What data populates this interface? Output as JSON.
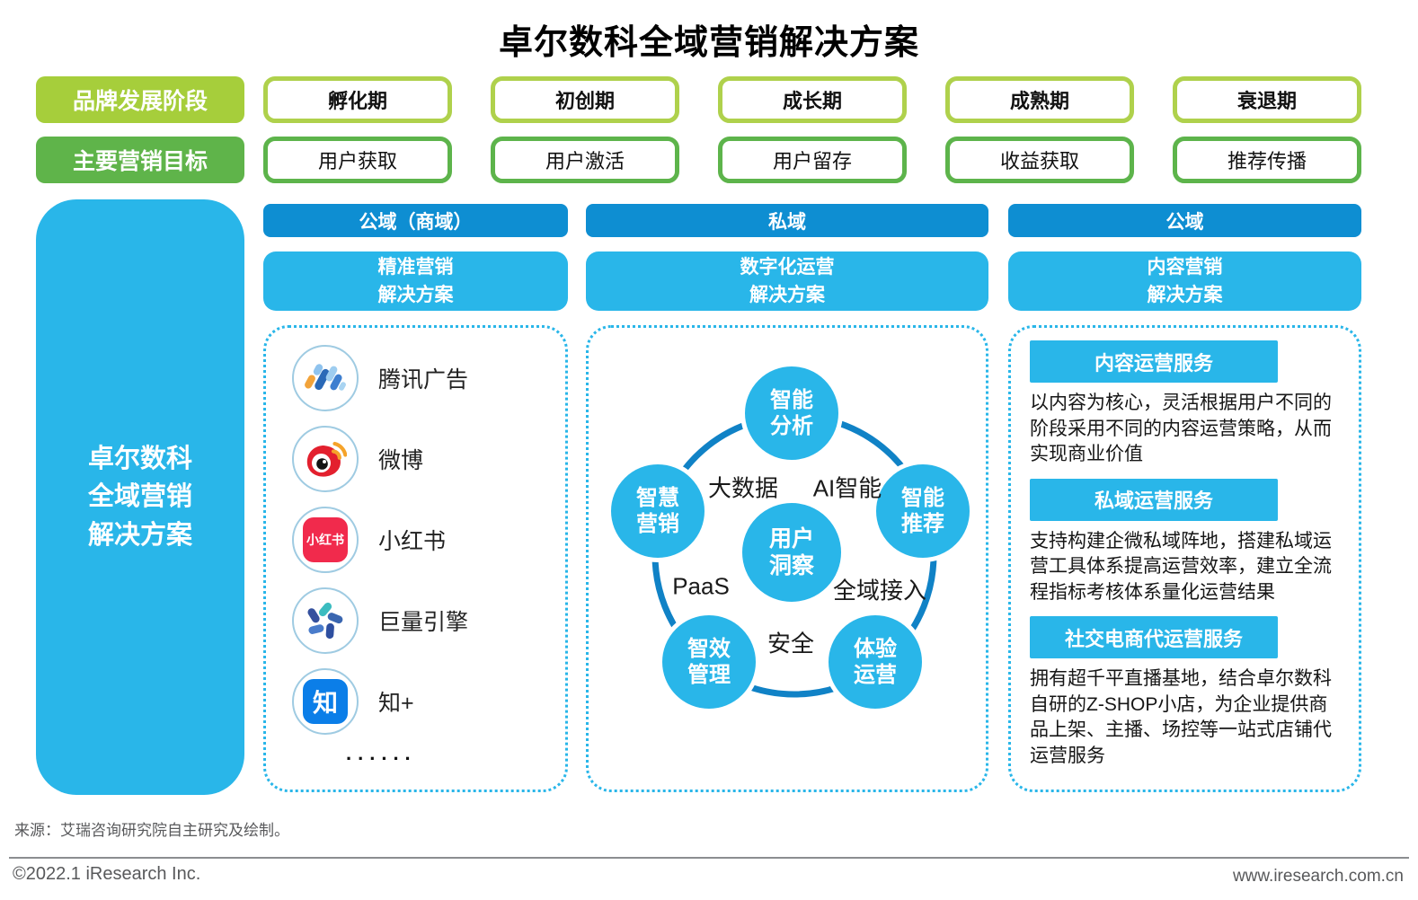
{
  "title": "卓尔数科全域营销解决方案",
  "rows": {
    "stage_label": "品牌发展阶段",
    "goal_label": "主要营销目标",
    "stages": [
      "孵化期",
      "初创期",
      "成长期",
      "成熟期",
      "衰退期"
    ],
    "goals": [
      "用户获取",
      "用户激活",
      "用户留存",
      "收益获取",
      "推荐传播"
    ]
  },
  "left_panel": {
    "title": "卓尔数科\n全域营销\n解决方案"
  },
  "columns": [
    {
      "header": "公域（商域）",
      "subheader": "精准营销\n解决方案",
      "platforms": [
        {
          "name": "腾讯广告"
        },
        {
          "name": "微博"
        },
        {
          "name": "小红书",
          "badge": "小红书"
        },
        {
          "name": "巨量引擎"
        },
        {
          "name": "知+",
          "badge": "知"
        }
      ],
      "more": "......"
    },
    {
      "header": "私域",
      "subheader": "数字化运营\n解决方案",
      "diagram": {
        "center": "用户\n洞察",
        "nodes": [
          "智能\n分析",
          "智慧\n营销",
          "智能\n推荐",
          "智效\n管理",
          "体验\n运营"
        ],
        "ring_labels": [
          "大数据",
          "AI智能",
          "PaaS",
          "全域接入",
          "安全"
        ]
      }
    },
    {
      "header": "公域",
      "subheader": "内容营销\n解决方案",
      "services": [
        {
          "title": "内容运营服务",
          "desc": "以内容为核心，灵活根据用户不同的阶段采用不同的内容运营策略，从而实现商业价值"
        },
        {
          "title": "私域运营服务",
          "desc": "支持构建企微私域阵地，搭建私域运营工具体系提高运营效率，建立全流程指标考核体系量化运营结果"
        },
        {
          "title": "社交电商代运营服务",
          "desc": "拥有超千平直播基地，结合卓尔数科自研的Z-SHOP小店，为企业提供商品上架、主播、场控等一站式店铺代运营服务"
        }
      ]
    }
  ],
  "footer": {
    "source": "来源：艾瑞咨询研究院自主研究及绘制。",
    "copyright": "©2022.1 iResearch Inc.",
    "website": "www.iresearch.com.cn"
  },
  "colors": {
    "light_green": "#a6ce3b",
    "green": "#5fb44a",
    "cyan": "#29b6e9",
    "dark_blue": "#0e8ed2",
    "ring_blue": "#1082c6",
    "weibo_red": "#e3202e",
    "xiaohongshu_red": "#f12a4c",
    "zhihu_blue": "#0b7ee8",
    "accent_orange": "#f5a32a"
  }
}
